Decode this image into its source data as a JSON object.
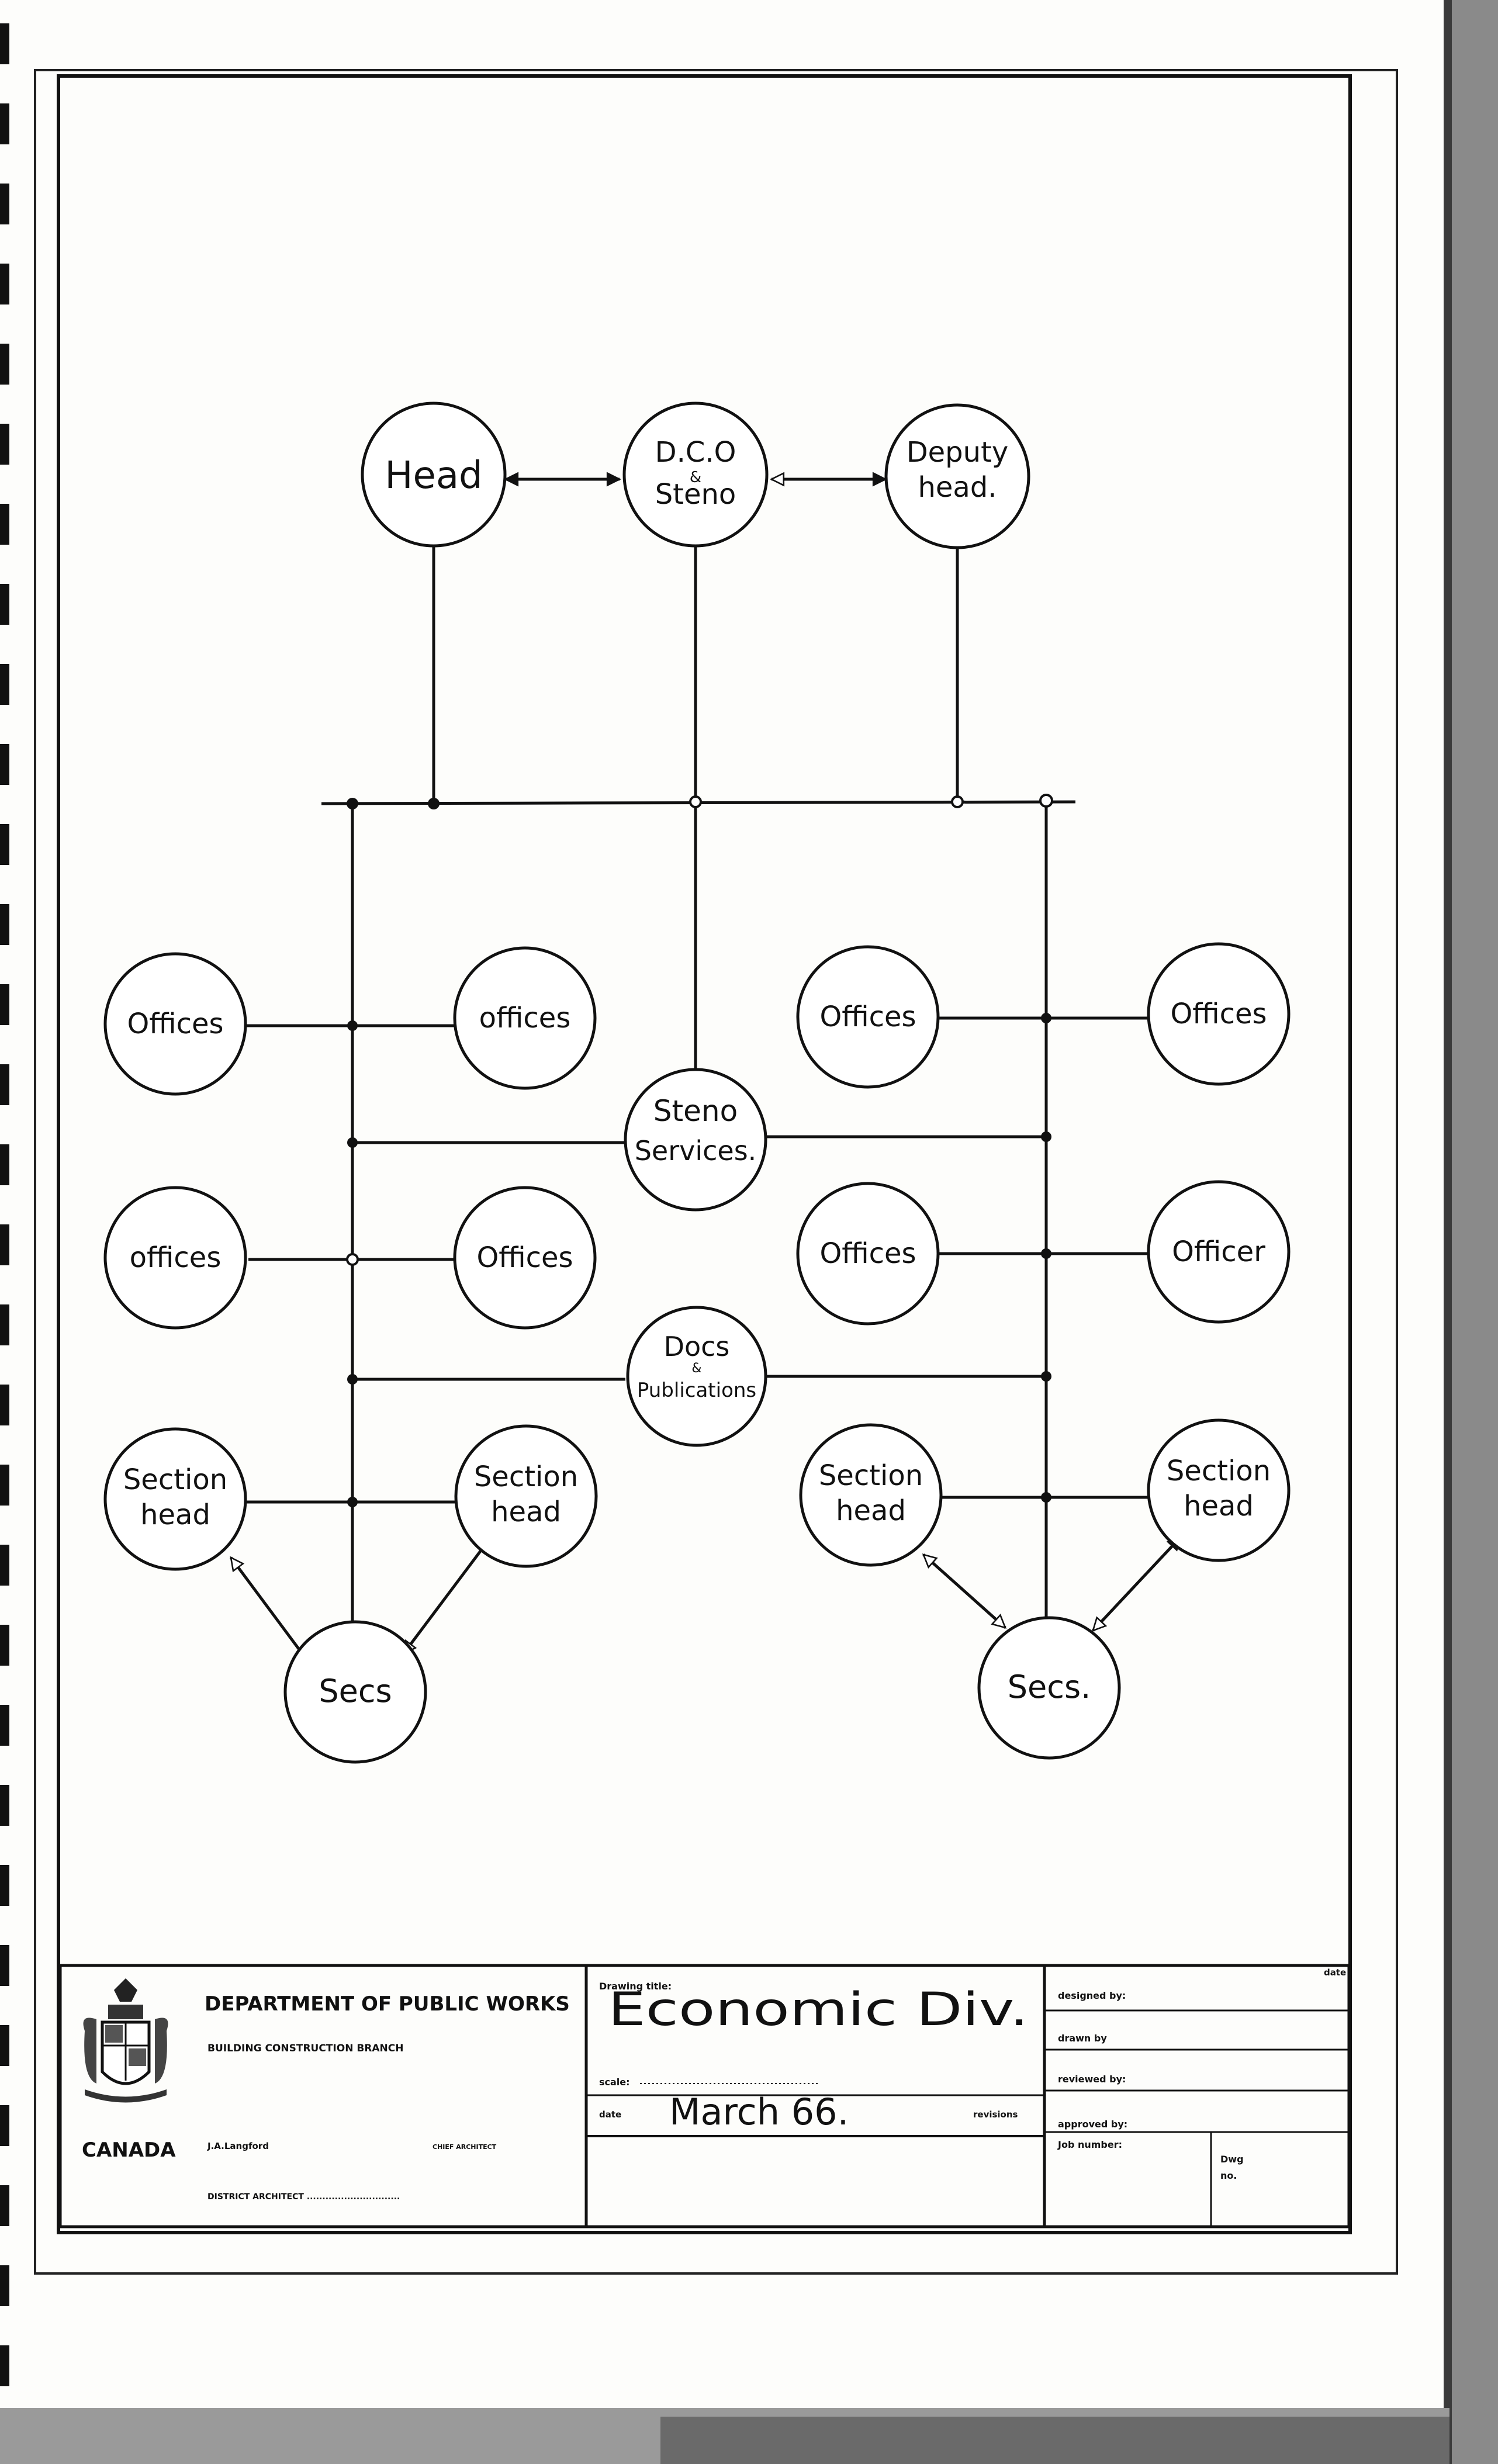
{
  "diagram": {
    "nodes": {
      "head": [
        "Head"
      ],
      "dco": [
        "D.C.O",
        "&",
        "Steno"
      ],
      "deputy": [
        "Deputy",
        "head."
      ],
      "off_l1": [
        "Offices"
      ],
      "off_l2": [
        "offices"
      ],
      "off_r1": [
        "Offices"
      ],
      "off_r2": [
        "Offices"
      ],
      "steno_services": [
        "Steno",
        "Services."
      ],
      "off_l3": [
        "offices"
      ],
      "off_l4": [
        "Offices"
      ],
      "off_r3": [
        "Offices"
      ],
      "off_r4": [
        "Officer"
      ],
      "docs": [
        "Docs",
        "&",
        "Publications"
      ],
      "sec_l1": [
        "Section",
        "head"
      ],
      "sec_l2": [
        "Section",
        "head"
      ],
      "sec_r1": [
        "Section",
        "head"
      ],
      "sec_r2": [
        "Section",
        "head"
      ],
      "secs_l": [
        "Secs"
      ],
      "secs_r": [
        "Secs."
      ]
    }
  },
  "title_block": {
    "country": "CANADA",
    "department": "DEPARTMENT OF PUBLIC WORKS",
    "branch": "BUILDING CONSTRUCTION BRANCH",
    "architect_name": "J.A.Langford",
    "chief_architect_label": "CHIEF ARCHITECT",
    "district_architect_label": "DISTRICT ARCHITECT ..............................",
    "drawing_title_label": "Drawing title:",
    "drawing_title": "Economic Div.",
    "scale_label": "scale:",
    "date_label": "date",
    "date_value": "March      66.",
    "revisions_label": "revisions",
    "designed_by_label": "designed by:",
    "date_col_label": "date",
    "drawn_by_label": "drawn by",
    "reviewed_by_label": "reviewed by:",
    "approved_by_label": "approved by:",
    "job_number_label": "Job number:",
    "dwg_no_label_1": "Dwg",
    "dwg_no_label_2": "no."
  }
}
